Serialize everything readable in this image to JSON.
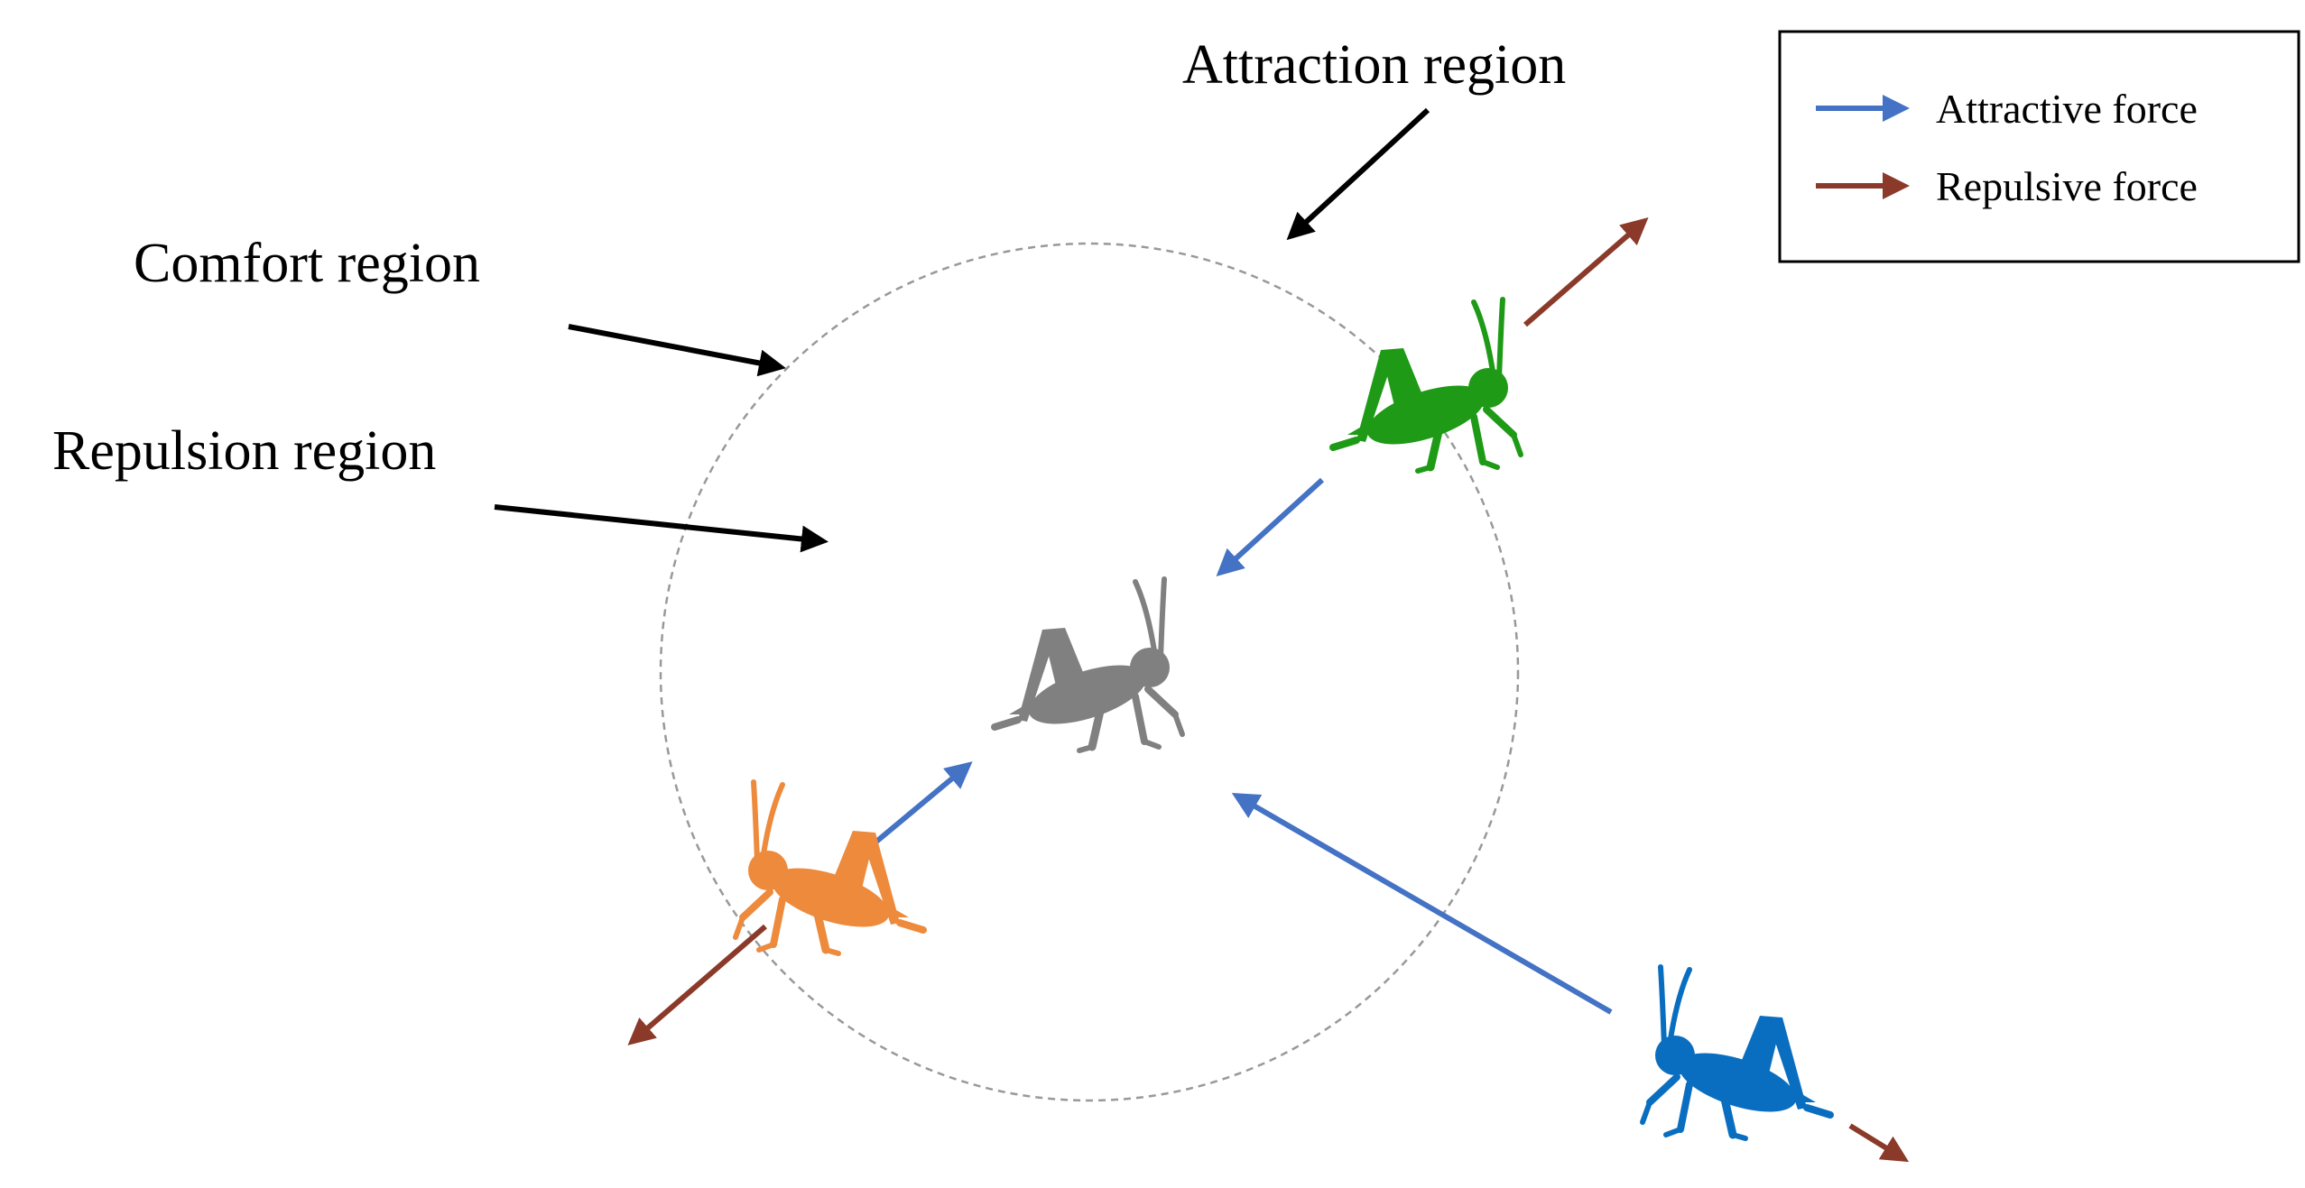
{
  "labels": {
    "attraction_region": "Attraction region",
    "comfort_region": "Comfort region",
    "repulsion_region": "Repulsion region"
  },
  "legend": {
    "attractive": "Attractive force",
    "repulsive": "Repulsive force"
  },
  "colors": {
    "attractive": "#4472C4",
    "repulsive": "#8B3A2A",
    "pointer": "#000000",
    "comfort_circle": "#999999",
    "grasshopper_center": "#808080",
    "grasshopper_green": "#1E9A16",
    "grasshopper_orange": "#ED8A3C",
    "grasshopper_blue": "#0A6EC0"
  }
}
